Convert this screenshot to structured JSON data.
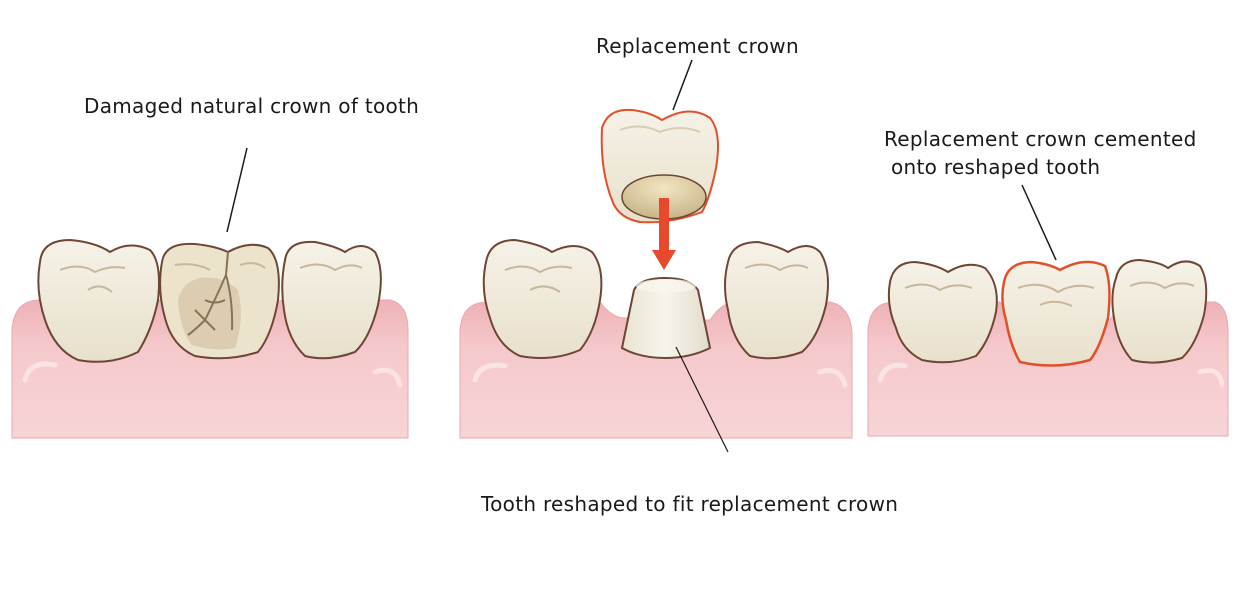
{
  "labels": {
    "damaged": "Damaged natural crown of tooth",
    "replacement": "Replacement crown",
    "cemented_line1": "Replacement crown cemented",
    "cemented_line2": "onto reshaped tooth",
    "reshaped": "Tooth reshaped to fit replacement crown"
  },
  "colors": {
    "gum": "#f3c3c6",
    "gum_edge": "#e9a6ab",
    "enamel": "#f1ece0",
    "enamel_outline": "#7a4e3c",
    "crack": "#9a8466",
    "crown_outline": "#e0502a",
    "arrow": "#e8492a"
  }
}
